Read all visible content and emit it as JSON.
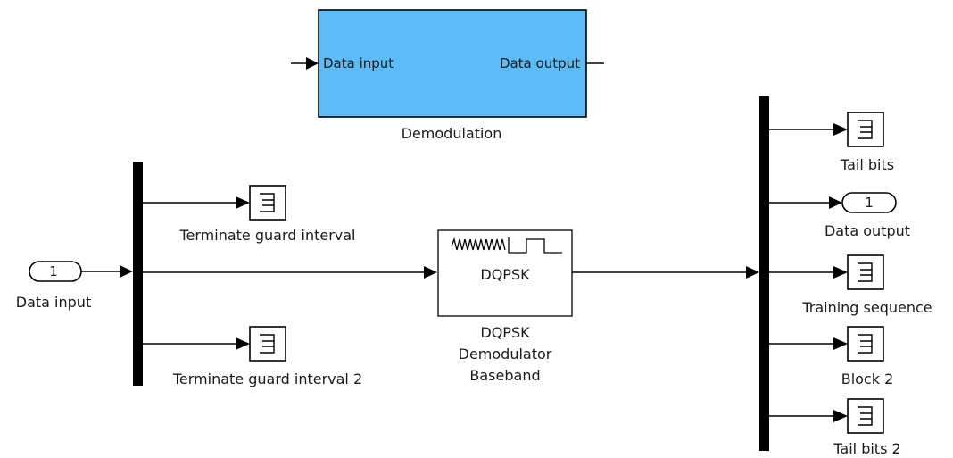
{
  "subsystem": {
    "name": "Demodulation",
    "input_port": "Data input",
    "output_port": "Data output",
    "fill_color": "#5bbcf7"
  },
  "inport": {
    "number": "1",
    "name": "Data input"
  },
  "demux_terminators": {
    "top": "Terminate guard interval",
    "bottom": "Terminate guard interval 2"
  },
  "demodulator": {
    "block_text": "DQPSK",
    "name_lines": [
      "DQPSK",
      "Demodulator",
      "Baseband"
    ]
  },
  "outputs": {
    "tail_bits": "Tail bits",
    "outport_number": "1",
    "outport_name": "Data output",
    "training_sequence": "Training sequence",
    "block2": "Block 2",
    "tail_bits_2": "Tail bits 2"
  }
}
